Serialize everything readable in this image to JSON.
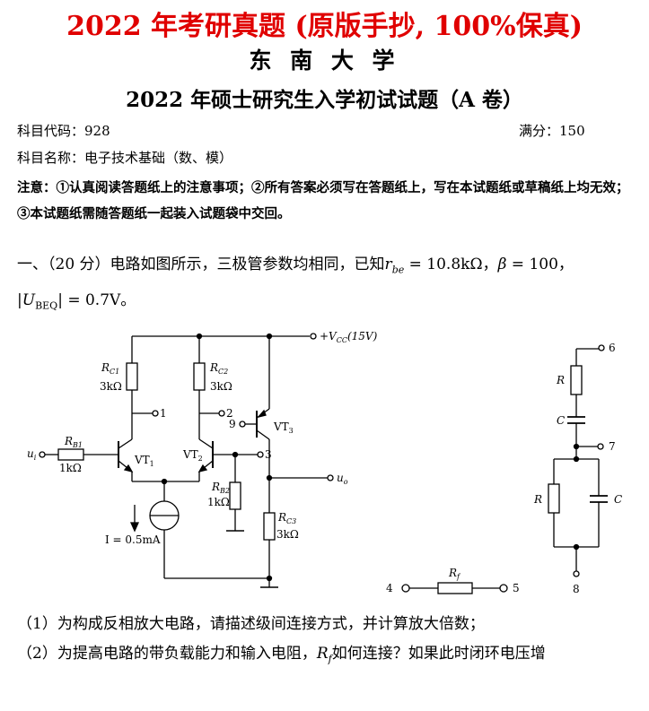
{
  "header": {
    "banner": "2022 年考研真题 (原版手抄, 100%保真)",
    "school": "东 南 大 学",
    "exam_title": "2022 年硕士研究生入学初试试题（A 卷）"
  },
  "info": {
    "subject_code": "科目代码：928",
    "full_score": "满分：150",
    "subject_name": "科目名称：电子技术基础（数、模）",
    "notice": "注意：①认真阅读答题纸上的注意事项；②所有答案必须写在答题纸上，写在本试题纸或草稿纸上均无效；③本试题纸需随答题纸一起装入试题袋中交回。"
  },
  "question": {
    "intro": "一、（20 分）电路如图所示，三极管参数均相同，已知",
    "rbe": "r",
    "rbe_sub": "be",
    "rbe_val": " = 10.8kΩ，",
    "beta": "β",
    "beta_val": " = 100，",
    "ube": "|U",
    "ube_sub": "BEQ",
    "ube_val": "| = 0.7V。",
    "sub1": "（1）为构成反相放大电路，请描述级间连接方式，并计算放大倍数；",
    "sub2_a": "（2）为提高电路的带负载能力和输入电阻，",
    "sub2_rf": "R",
    "sub2_rf_sub": "f",
    "sub2_b": "如何连接？如果此时闭环电压增"
  },
  "circuit": {
    "vcc": "+V",
    "vcc_sub": "CC",
    "vcc_val": "(15V)",
    "rc1": "R",
    "rc1_sub": "C1",
    "rc1_val": "3kΩ",
    "rc2": "R",
    "rc2_sub": "C2",
    "rc2_val": "3kΩ",
    "rb1": "R",
    "rb1_sub": "B1",
    "rb1_val": "1kΩ",
    "rb2": "R",
    "rb2_sub": "B2",
    "rb2_val": "1kΩ",
    "rc3": "R",
    "rc3_sub": "C3",
    "rc3_val": "3kΩ",
    "vt1": "VT",
    "vt1_sub": "1",
    "vt2": "VT",
    "vt2_sub": "2",
    "vt3": "VT",
    "vt3_sub": "3",
    "ui": "u",
    "ui_sub": "i",
    "uo": "u",
    "uo_sub": "o",
    "current": "I = 0.5mA",
    "node1": "1",
    "node2": "2",
    "node3": "3",
    "node9": "9",
    "net_r_top": "R",
    "net_c_top": "C",
    "net_r_left": "R",
    "net_c_right": "C",
    "node6": "6",
    "node7": "7",
    "node8": "8",
    "rf": "R",
    "rf_sub": "f",
    "node4": "4",
    "node5": "5"
  }
}
